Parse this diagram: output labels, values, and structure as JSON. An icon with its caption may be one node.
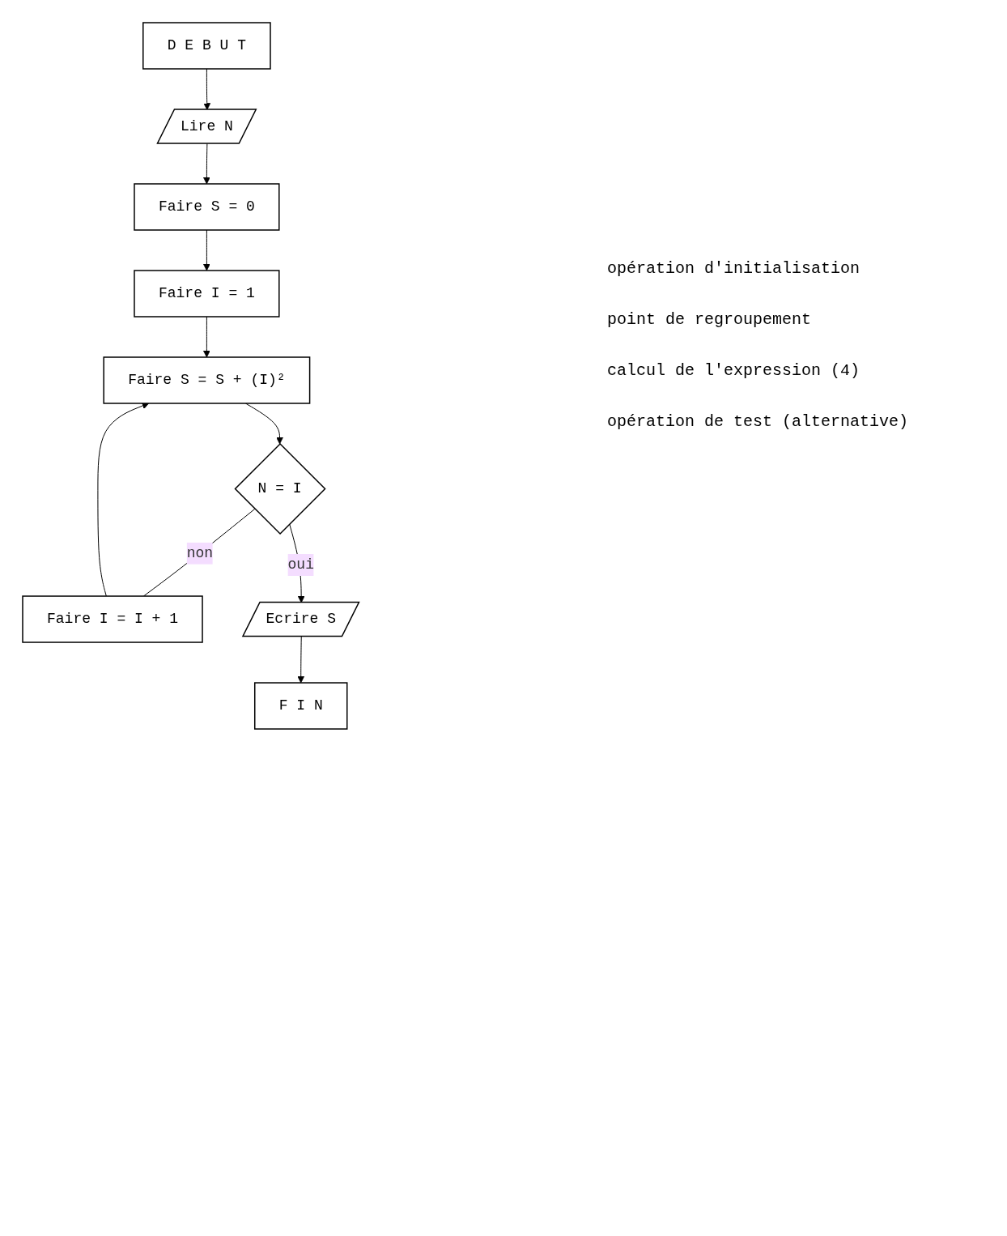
{
  "diagram": {
    "nodes": [
      {
        "text": [
          "D E B U T"
        ]
      },
      {
        "text": [
          "Lire N"
        ]
      },
      {
        "text": [
          "Faire S = 0"
        ]
      },
      {
        "text": [
          "Faire I = 1"
        ]
      },
      {
        "text": [
          "Faire S = S + (I)²"
        ]
      },
      {
        "text": [
          "N = I"
        ]
      },
      {
        "text": [
          "Faire I = I + 1"
        ]
      },
      {
        "text": [
          "Ecrire S"
        ]
      },
      {
        "text": [
          "F I N"
        ]
      }
    ],
    "edges": [
      {
        "from": 0,
        "to": 1,
        "arrow": "to"
      },
      {
        "from": 1,
        "to": 2,
        "arrow": "to"
      },
      {
        "from": 2,
        "to": 3,
        "arrow": "to"
      },
      {
        "from": 3,
        "to": 4,
        "arrow": "to"
      },
      {
        "from": 4,
        "to": 5,
        "arrow": "to"
      },
      {
        "from": 5,
        "to": 6,
        "label": "non",
        "arrow": "none"
      },
      {
        "from": 6,
        "to": 4,
        "arrow": "to"
      },
      {
        "from": 5,
        "to": 7,
        "label": "oui",
        "arrow": "to"
      },
      {
        "from": 7,
        "to": 8,
        "arrow": "to"
      }
    ],
    "labels": [
      "opération d'initialisation",
      "point de regroupement",
      "calcul de l'expression (4)",
      "opération de test (alternative)"
    ]
  }
}
